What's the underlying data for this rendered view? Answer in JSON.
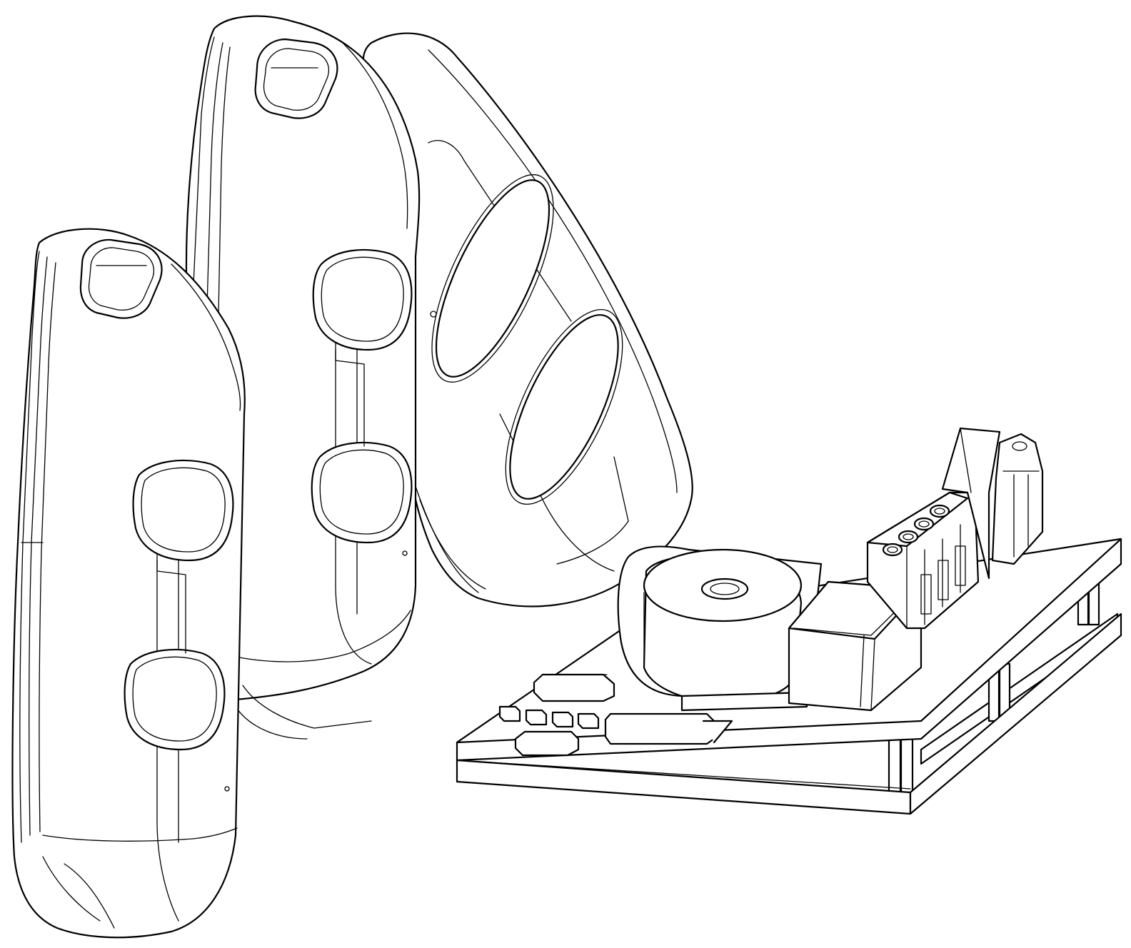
{
  "figure": {
    "kind": "patent-style line drawing",
    "line_color": "#000000",
    "background_color": "#ffffff",
    "components": [
      {
        "name": "remote-fob-front",
        "buttons": 2,
        "key-ring-holes": 1
      },
      {
        "name": "remote-fob-middle",
        "buttons": 2,
        "key-ring-holes": 1
      },
      {
        "name": "remote-fob-back",
        "buttons": 2,
        "key-ring-holes": 0
      },
      {
        "name": "receiver-circuit-board",
        "parts": [
          "buzzer",
          "relay",
          "terminal-block-4-pin",
          "terminal-block-2-pin",
          "smd-chips",
          "header-pins"
        ]
      }
    ]
  }
}
